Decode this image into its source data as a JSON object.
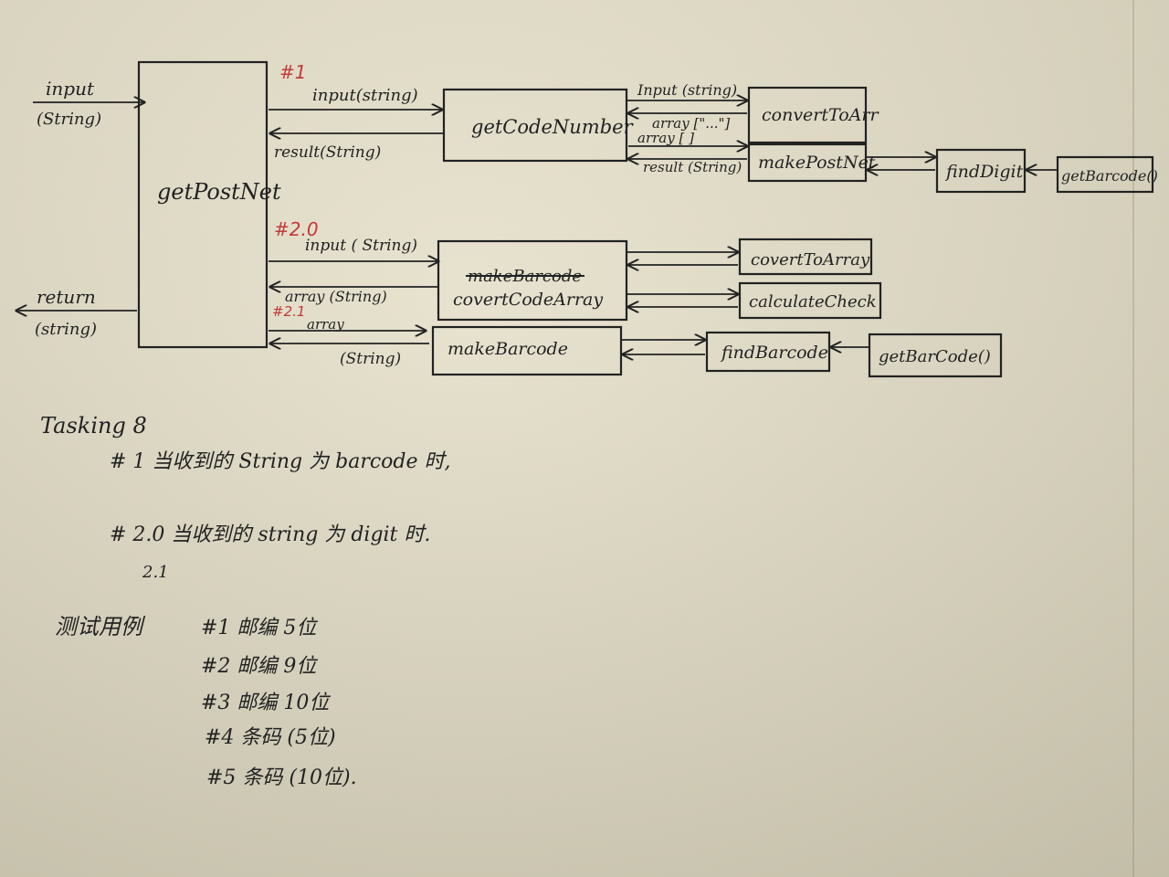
{
  "boxes": {
    "getPostNet": "getPostNet",
    "getCodeNumber": "getCodeNumber",
    "convertToArr": "convertToArr",
    "makePostNet": "makePostNet",
    "findDigit": "findDigit",
    "getBarcode": "getBarcode()",
    "makeBarcode_struck": "makeBarcode",
    "covertCodeArray": "covertCodeArray",
    "covertToArray": "covertToArray",
    "calculateCheck": "calculateCheck",
    "makeBarcode": "makeBarcode",
    "findBarcode": "findBarcode",
    "getBarCode": "getBarCode()"
  },
  "labels": {
    "input_outer": "input",
    "input_outer_type": "(String)",
    "return_outer": "return",
    "return_outer_type": "(string)",
    "input_string_1": "input(string)",
    "result_string": "result(String)",
    "input_string_right": "Input (string)",
    "array_dots": "array [\"...\"]",
    "array_empty": "array [ ]",
    "result_string_right": "result (String)",
    "input_string_2": "input ( String)",
    "array_string": "array (String)",
    "array_2": "array",
    "string_2": "(String)"
  },
  "markers": {
    "m1": "#1",
    "m20": "#2.0",
    "m21": "#2.1"
  },
  "notes": {
    "title": "Tasking 8",
    "line1": "# 1  当收到的 String 为 barcode 时,",
    "line2": "# 2.0 当收到的 string 为 digit 时.",
    "line3": "2.1",
    "tests_label": "测试用例",
    "tests": [
      "#1  邮编 5位",
      "#2  邮编 9位",
      "#3  邮编 10位",
      "#4  条码 (5位)",
      "#5  条码 (10位)."
    ]
  }
}
